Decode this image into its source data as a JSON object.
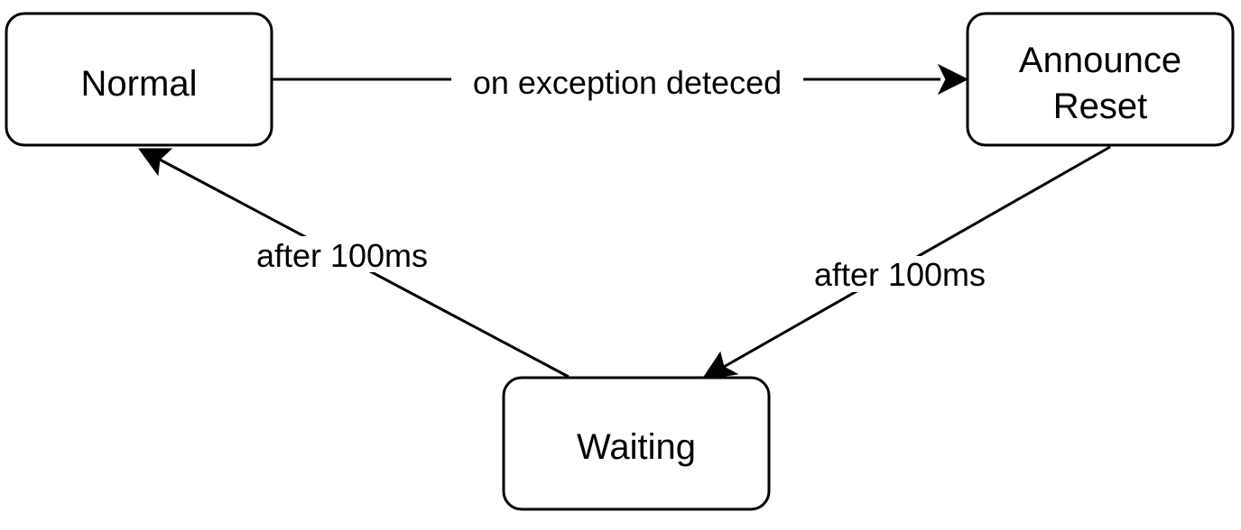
{
  "states": {
    "normal": {
      "label": "Normal"
    },
    "announce_reset": {
      "label_line1": "Announce",
      "label_line2": "Reset"
    },
    "waiting": {
      "label": "Waiting"
    }
  },
  "transitions": {
    "normal_to_announce": {
      "label": "on exception deteced"
    },
    "announce_to_waiting": {
      "label": "after 100ms"
    },
    "waiting_to_normal": {
      "label": "after 100ms"
    }
  }
}
